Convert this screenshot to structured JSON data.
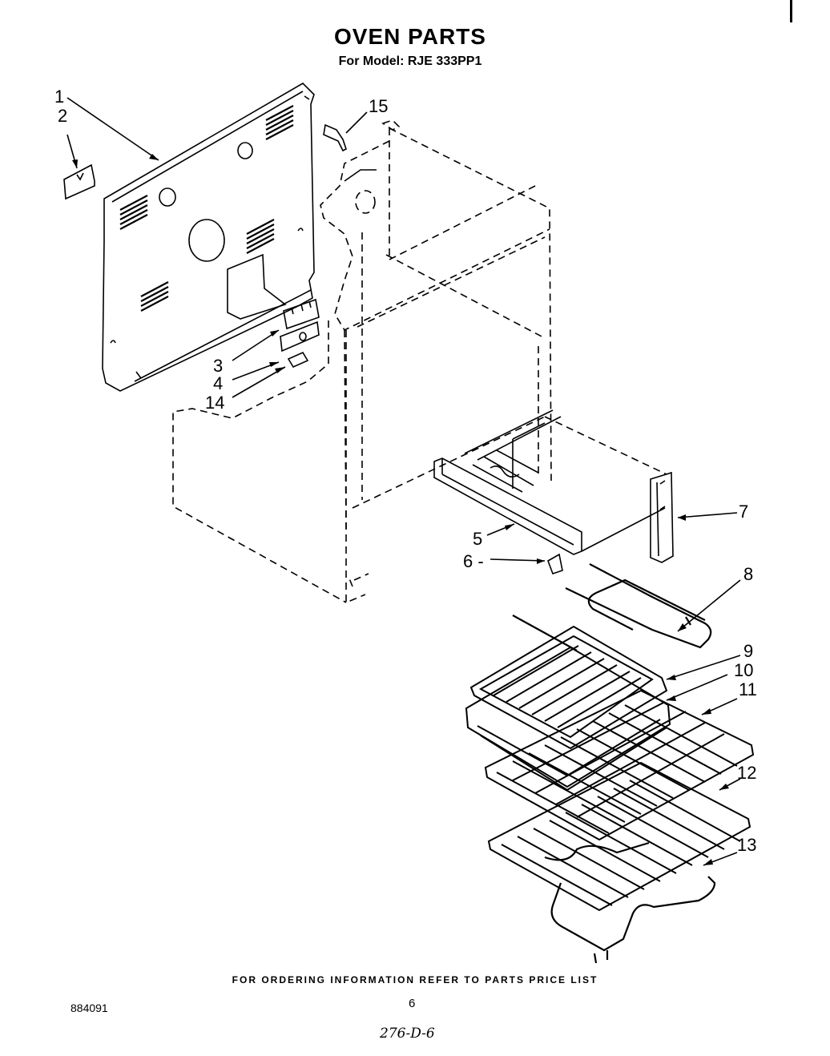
{
  "title": "OVEN PARTS",
  "model": "For Model: RJE 333PP1",
  "footer": "FOR ORDERING INFORMATION REFER TO PARTS PRICE LIST",
  "doc_number": "884091",
  "page_number": "6",
  "handwritten_note": "276-D-6",
  "callouts": {
    "c1": "1",
    "c2": "2",
    "c3": "3",
    "c4": "4",
    "c5": "5",
    "c6": "6 -",
    "c7": "7",
    "c8": "8",
    "c9": "9",
    "c10": "10",
    "c11": "11",
    "c12": "12",
    "c13": "13",
    "c14": "14",
    "c15": "15"
  }
}
